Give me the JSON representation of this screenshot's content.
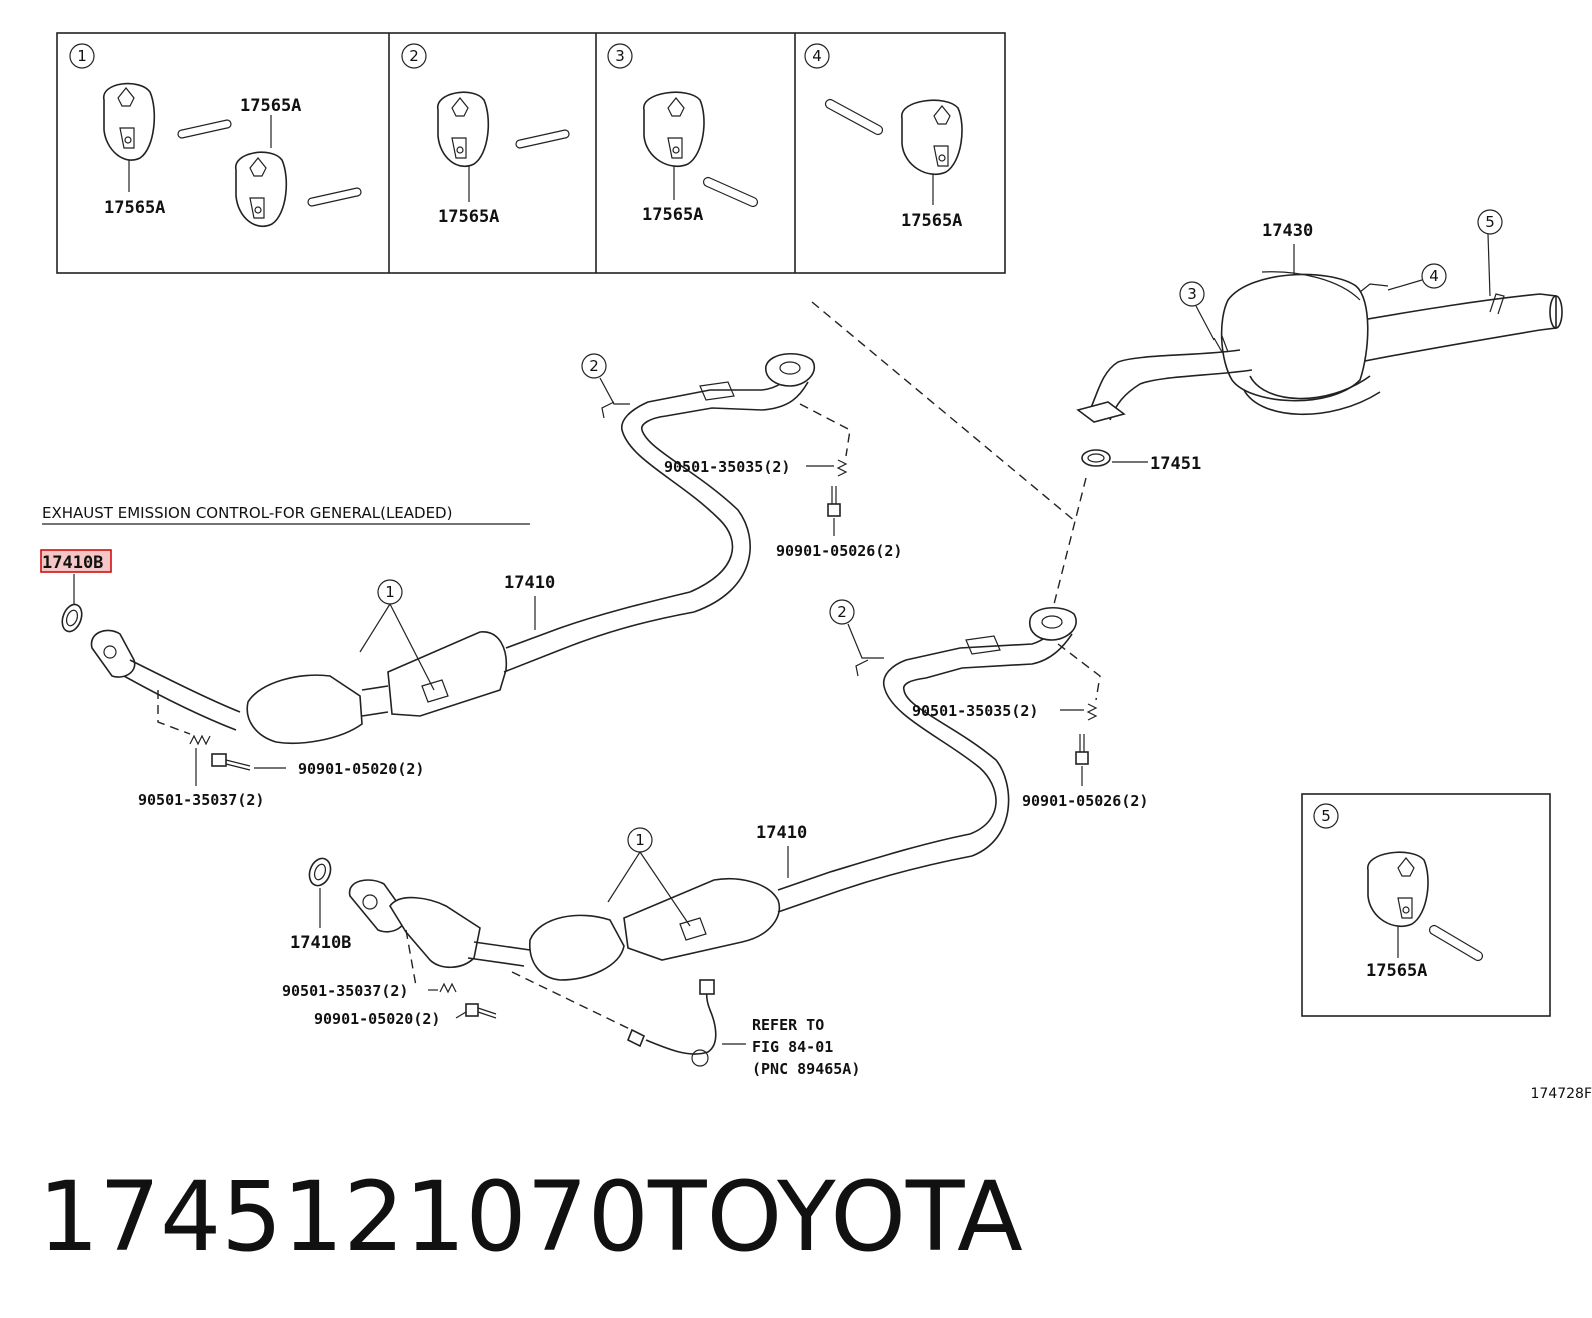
{
  "header_section_title": "EXHAUST EMISSION CONTROL-FOR GENERAL(LEADED)",
  "highlighted_part": "17410B",
  "figure_code": "174728F",
  "inset_panels": [
    {
      "index": "1",
      "labels": [
        "17565A",
        "17565A"
      ]
    },
    {
      "index": "2",
      "labels": [
        "17565A"
      ]
    },
    {
      "index": "3",
      "labels": [
        "17565A"
      ]
    },
    {
      "index": "4",
      "labels": [
        "17565A"
      ]
    }
  ],
  "inset_right": {
    "index": "5",
    "label": "17565A"
  },
  "parts": {
    "muffler": "17430",
    "gasket_rear": "17451",
    "front_pipe_top": "17410",
    "front_pipe_bottom": "17410",
    "gasket_bottom": "17410B"
  },
  "fasteners": {
    "spring_top": "90501-35035(2)",
    "bolt_top": "90901-05026(2)",
    "spring_mid": "90501-35035(2)",
    "bolt_mid": "90901-05026(2)",
    "bolt_left": "90901-05020(2)",
    "spring_left": "90501-35037(2)",
    "spring_bottom": "90501-35037(2)",
    "bolt_bottom": "90901-05020(2)"
  },
  "callouts": [
    "1",
    "2",
    "3",
    "4",
    "5"
  ],
  "reference_note": [
    "REFER TO",
    "FIG 84-01",
    "(PNC 89465A)"
  ],
  "footer": {
    "part_number": "1745121070",
    "brand": "TOYOTA"
  },
  "colors": {
    "line": "#222222",
    "highlight_border": "#d01010",
    "highlight_fill": "#f4c6c6"
  }
}
